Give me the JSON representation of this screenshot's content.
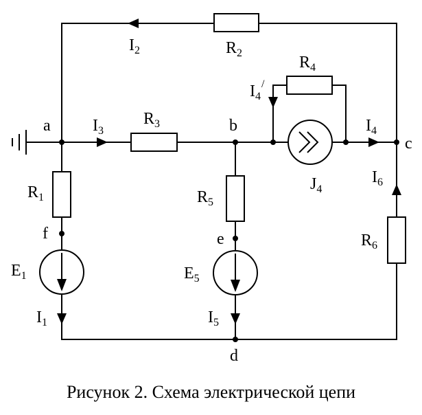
{
  "caption": "Рисунок 2. Схема электрической цепи",
  "nodes": {
    "a": "a",
    "b": "b",
    "c": "c",
    "d": "d",
    "e": "e",
    "f": "f"
  },
  "resistors": {
    "R1": {
      "main": "R",
      "sub": "1"
    },
    "R2": {
      "main": "R",
      "sub": "2"
    },
    "R3": {
      "main": "R",
      "sub": "3"
    },
    "R4": {
      "main": "R",
      "sub": "4"
    },
    "R5": {
      "main": "R",
      "sub": "5"
    },
    "R6": {
      "main": "R",
      "sub": "6"
    }
  },
  "sources": {
    "E1": {
      "main": "E",
      "sub": "1"
    },
    "E5": {
      "main": "E",
      "sub": "5"
    },
    "J4": {
      "main": "J",
      "sub": "4"
    }
  },
  "currents": {
    "I1": {
      "main": "I",
      "sub": "1"
    },
    "I2": {
      "main": "I",
      "sub": "2"
    },
    "I3": {
      "main": "I",
      "sub": "3"
    },
    "I4": {
      "main": "I",
      "sub": "4"
    },
    "I4p": {
      "main": "I",
      "sub": "4",
      "prime": "/"
    },
    "I5": {
      "main": "I",
      "sub": "5"
    },
    "I6": {
      "main": "I",
      "sub": "6"
    }
  }
}
